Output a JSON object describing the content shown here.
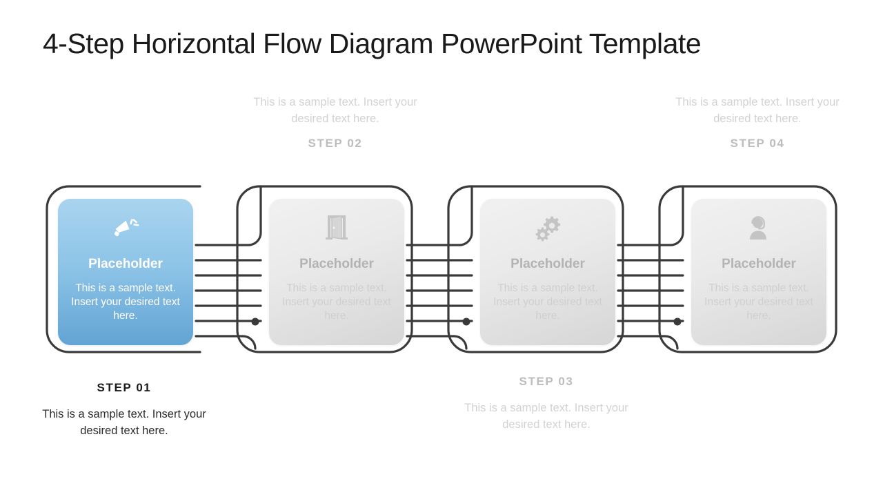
{
  "slide": {
    "title": "4-Step Horizontal Flow Diagram PowerPoint Template",
    "background_color": "#ffffff",
    "accent_color": "#8cc3e7",
    "outline_color": "#3a3a3a",
    "muted_text_color": "#cfcfcf",
    "active_text_color": "#1a1a1a"
  },
  "steps": [
    {
      "step_label": "STEP 01",
      "step_text": "This is a sample text. Insert your desired text here.",
      "caption_position": "below",
      "state": "active",
      "card": {
        "title": "Placeholder",
        "body": "This is a sample text. Insert your desired text here.",
        "icon": "megaphone-icon",
        "fill": "blue"
      }
    },
    {
      "step_label": "STEP 02",
      "step_text": "This is a sample text. Insert your desired text here.",
      "caption_position": "above",
      "state": "muted",
      "card": {
        "title": "Placeholder",
        "body": "This is a sample text. Insert your desired text here.",
        "icon": "door-icon",
        "fill": "grey"
      }
    },
    {
      "step_label": "STEP 03",
      "step_text": "This is a sample text. Insert your desired text here.",
      "caption_position": "below",
      "state": "muted",
      "card": {
        "title": "Placeholder",
        "body": "This is a sample text. Insert your desired text here.",
        "icon": "gears-icon",
        "fill": "grey"
      }
    },
    {
      "step_label": "STEP 04",
      "step_text": "This is a sample text. Insert your desired text here.",
      "caption_position": "above",
      "state": "muted",
      "card": {
        "title": "Placeholder",
        "body": "This is a sample text. Insert your desired text here.",
        "icon": "headset-agent-icon",
        "fill": "grey"
      }
    }
  ]
}
